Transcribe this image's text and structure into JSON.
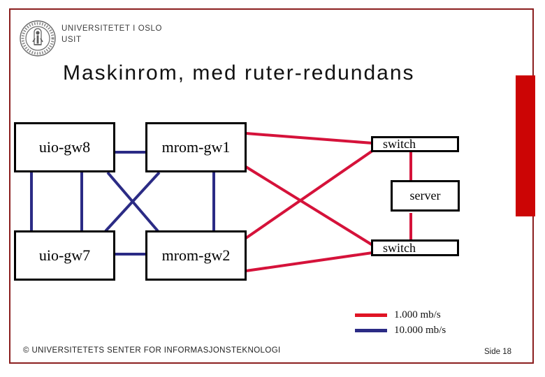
{
  "header": {
    "line1": "UNIVERSITETET I OSLO",
    "line2": "USIT"
  },
  "title": "Maskinrom, med ruter-redundans",
  "diagram": {
    "nodes": {
      "uio_gw8": "uio-gw8",
      "mrom_gw1": "mrom-gw1",
      "uio_gw7": "uio-gw7",
      "mrom_gw2": "mrom-gw2",
      "switch_top": "switch",
      "switch_bottom": "switch",
      "server": "server"
    },
    "legend": {
      "item1": {
        "label": "1.000 mb/s",
        "color": "#e01424"
      },
      "item2": {
        "label": "10.000 mb/s",
        "color": "#2b2b85"
      }
    }
  },
  "colors": {
    "link_1000mb": "#d5123a",
    "link_10000mb": "#2b2b85",
    "accent_bar": "#cc0505",
    "frame_border": "#8b1f1f"
  },
  "footer": {
    "copyright": "© UNIVERSITETETS SENTER FOR INFORMASJONSTEKNOLOGI",
    "page": "Side 18"
  }
}
